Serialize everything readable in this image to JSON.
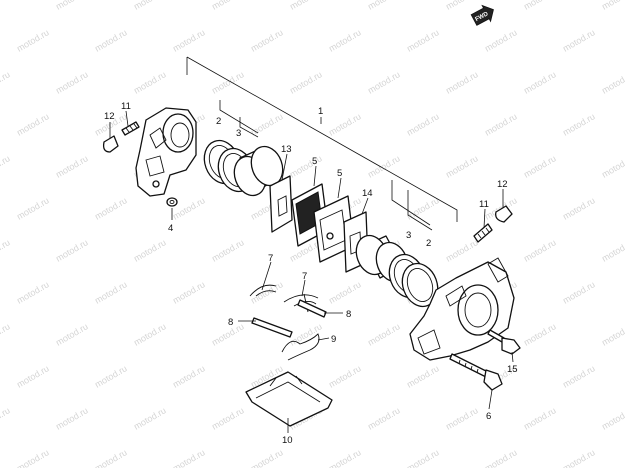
{
  "watermark": {
    "text": "motod.ru"
  },
  "fwd_badge": {
    "text": "FWD"
  },
  "callouts": [
    {
      "id": "c1",
      "text": "1"
    },
    {
      "id": "c2a",
      "text": "2"
    },
    {
      "id": "c3a",
      "text": "3"
    },
    {
      "id": "c13",
      "text": "13"
    },
    {
      "id": "c5a",
      "text": "5"
    },
    {
      "id": "c5b",
      "text": "5"
    },
    {
      "id": "c14",
      "text": "14"
    },
    {
      "id": "c3b",
      "text": "3"
    },
    {
      "id": "c2b",
      "text": "2"
    },
    {
      "id": "c12a",
      "text": "12"
    },
    {
      "id": "c11a",
      "text": "11"
    },
    {
      "id": "c4",
      "text": "4"
    },
    {
      "id": "c12b",
      "text": "12"
    },
    {
      "id": "c11b",
      "text": "11"
    },
    {
      "id": "c7a",
      "text": "7"
    },
    {
      "id": "c7b",
      "text": "7"
    },
    {
      "id": "c8a",
      "text": "8"
    },
    {
      "id": "c8b",
      "text": "8"
    },
    {
      "id": "c9",
      "text": "9"
    },
    {
      "id": "c15",
      "text": "15"
    },
    {
      "id": "c6",
      "text": "6"
    },
    {
      "id": "c10",
      "text": "10"
    }
  ]
}
